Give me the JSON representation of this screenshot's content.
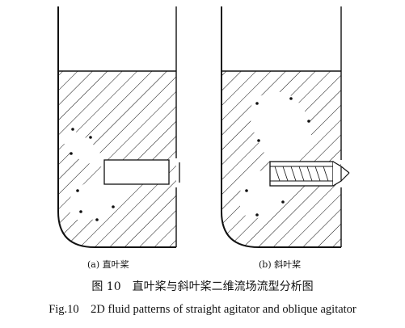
{
  "figure": {
    "panel_a_caption": "(a) 直叶桨",
    "panel_b_caption": "(b) 斜叶桨",
    "caption_cn": "图 10　直叶桨与斜叶桨二维流场流型分析图",
    "caption_en": "Fig.10　2D fluid patterns of straight agitator and oblique agitator"
  },
  "colors": {
    "line": "#111111",
    "background": "#ffffff"
  }
}
